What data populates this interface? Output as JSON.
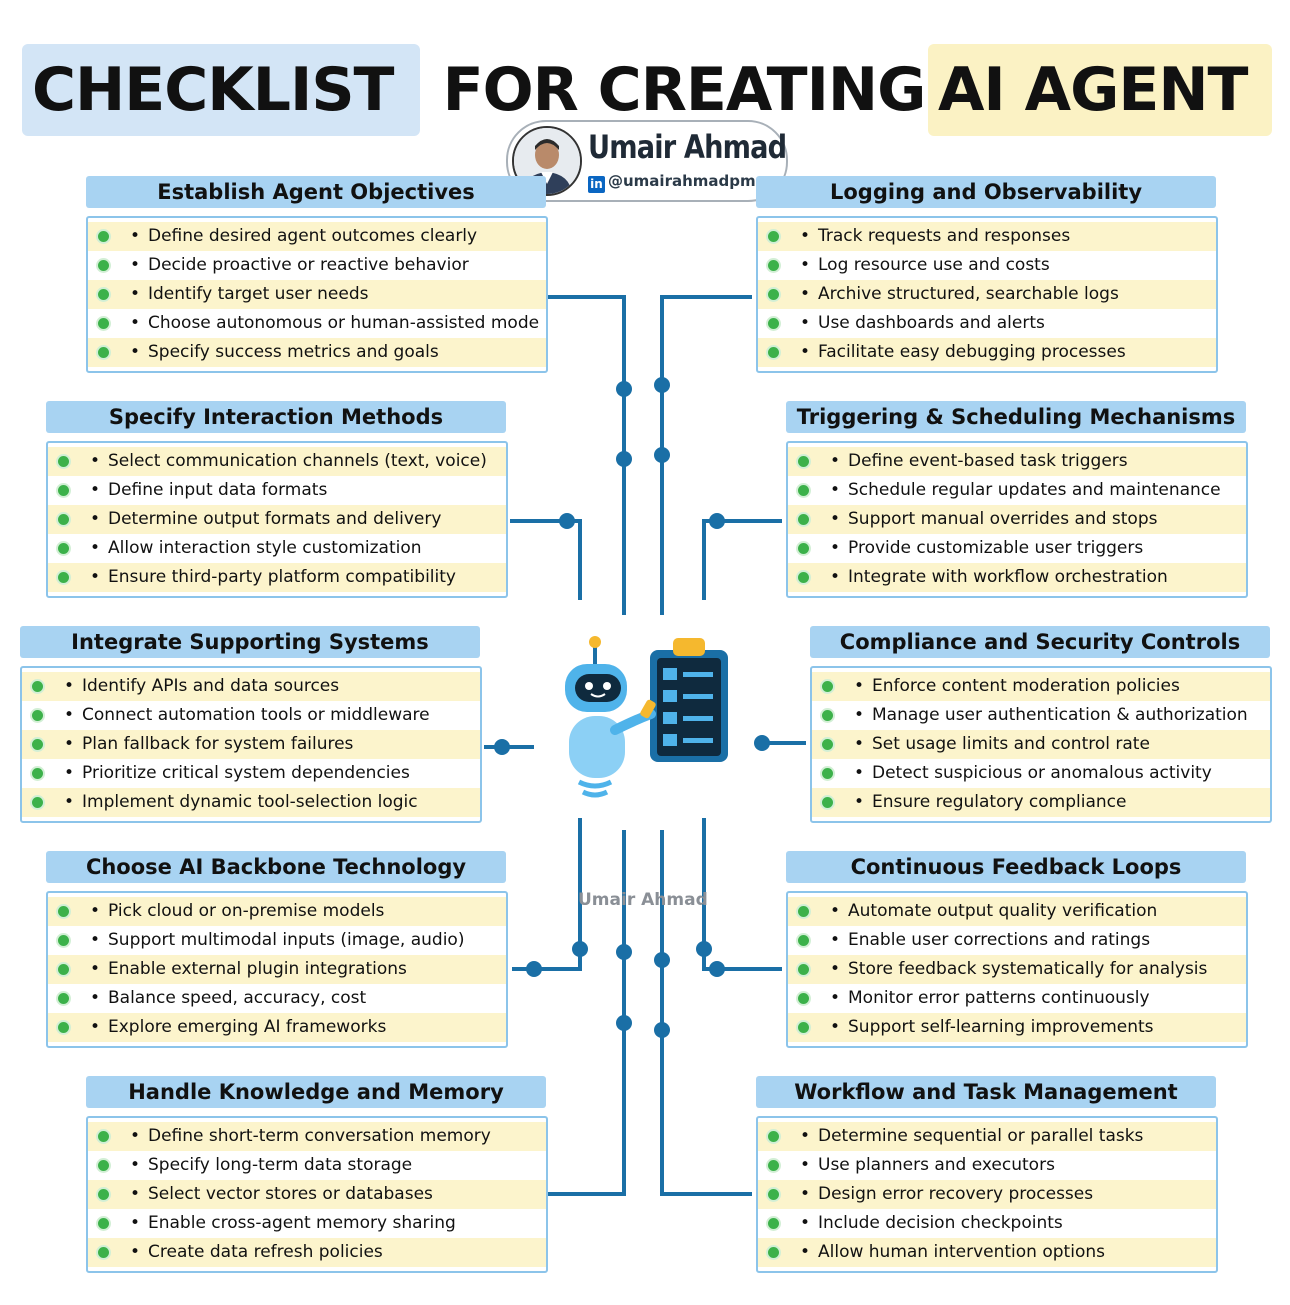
{
  "title": {
    "part1": "CHECKLIST",
    "part2": "FOR CREATING",
    "part3": "AI AGENT"
  },
  "author": {
    "name": "Umair Ahmad",
    "handle": "@umairahmadpm",
    "linkedin_icon": "in"
  },
  "watermark": "Umair Ahmad",
  "colors": {
    "header_blue": "#a8d3f2",
    "highlight_yellow": "#fcf4cc",
    "line_blue": "#1a6fa6",
    "dot_green": "#3cb14a"
  },
  "sections": [
    {
      "title": "Establish Agent Objectives",
      "items": [
        "Define desired agent outcomes clearly",
        "Decide proactive or reactive behavior",
        "Identify target user needs",
        "Choose autonomous or human-assisted mode",
        "Specify success metrics and goals"
      ]
    },
    {
      "title": "Logging and Observability",
      "items": [
        "Track requests and responses",
        "Log resource use and costs",
        "Archive structured, searchable logs",
        "Use dashboards and alerts",
        "Facilitate easy debugging processes"
      ]
    },
    {
      "title": "Specify Interaction Methods",
      "items": [
        "Select communication channels (text, voice)",
        "Define input data formats",
        "Determine output formats and delivery",
        "Allow interaction style customization",
        "Ensure third-party platform compatibility"
      ]
    },
    {
      "title": "Triggering & Scheduling Mechanisms",
      "items": [
        "Define event-based task triggers",
        "Schedule regular updates and maintenance",
        "Support manual overrides and stops",
        "Provide customizable user triggers",
        "Integrate with workflow orchestration"
      ]
    },
    {
      "title": "Integrate Supporting Systems",
      "items": [
        "Identify APIs and data sources",
        "Connect automation tools or middleware",
        "Plan fallback for system failures",
        "Prioritize critical system dependencies",
        "Implement dynamic tool-selection logic"
      ]
    },
    {
      "title": "Compliance and Security Controls",
      "items": [
        "Enforce content moderation policies",
        "Manage user authentication & authorization",
        "Set usage limits and control rate",
        "Detect suspicious or anomalous activity",
        "Ensure regulatory compliance"
      ]
    },
    {
      "title": "Choose AI Backbone Technology",
      "items": [
        "Pick cloud or on-premise models",
        "Support multimodal inputs (image, audio)",
        "Enable external plugin integrations",
        "Balance speed, accuracy, cost",
        "Explore emerging AI frameworks"
      ]
    },
    {
      "title": "Continuous Feedback Loops",
      "items": [
        "Automate output quality verification",
        "Enable user corrections and ratings",
        "Store feedback systematically for analysis",
        "Monitor error patterns continuously",
        "Support self-learning improvements"
      ]
    },
    {
      "title": "Handle Knowledge and Memory",
      "items": [
        "Define short-term conversation memory",
        "Specify long-term data storage",
        "Select vector stores or databases",
        "Enable cross-agent memory sharing",
        "Create data refresh policies"
      ]
    },
    {
      "title": "Workflow and Task Management",
      "items": [
        "Determine sequential or parallel tasks",
        "Use planners and executors",
        "Design error recovery processes",
        "Include decision checkpoints",
        "Allow human intervention options"
      ]
    }
  ]
}
